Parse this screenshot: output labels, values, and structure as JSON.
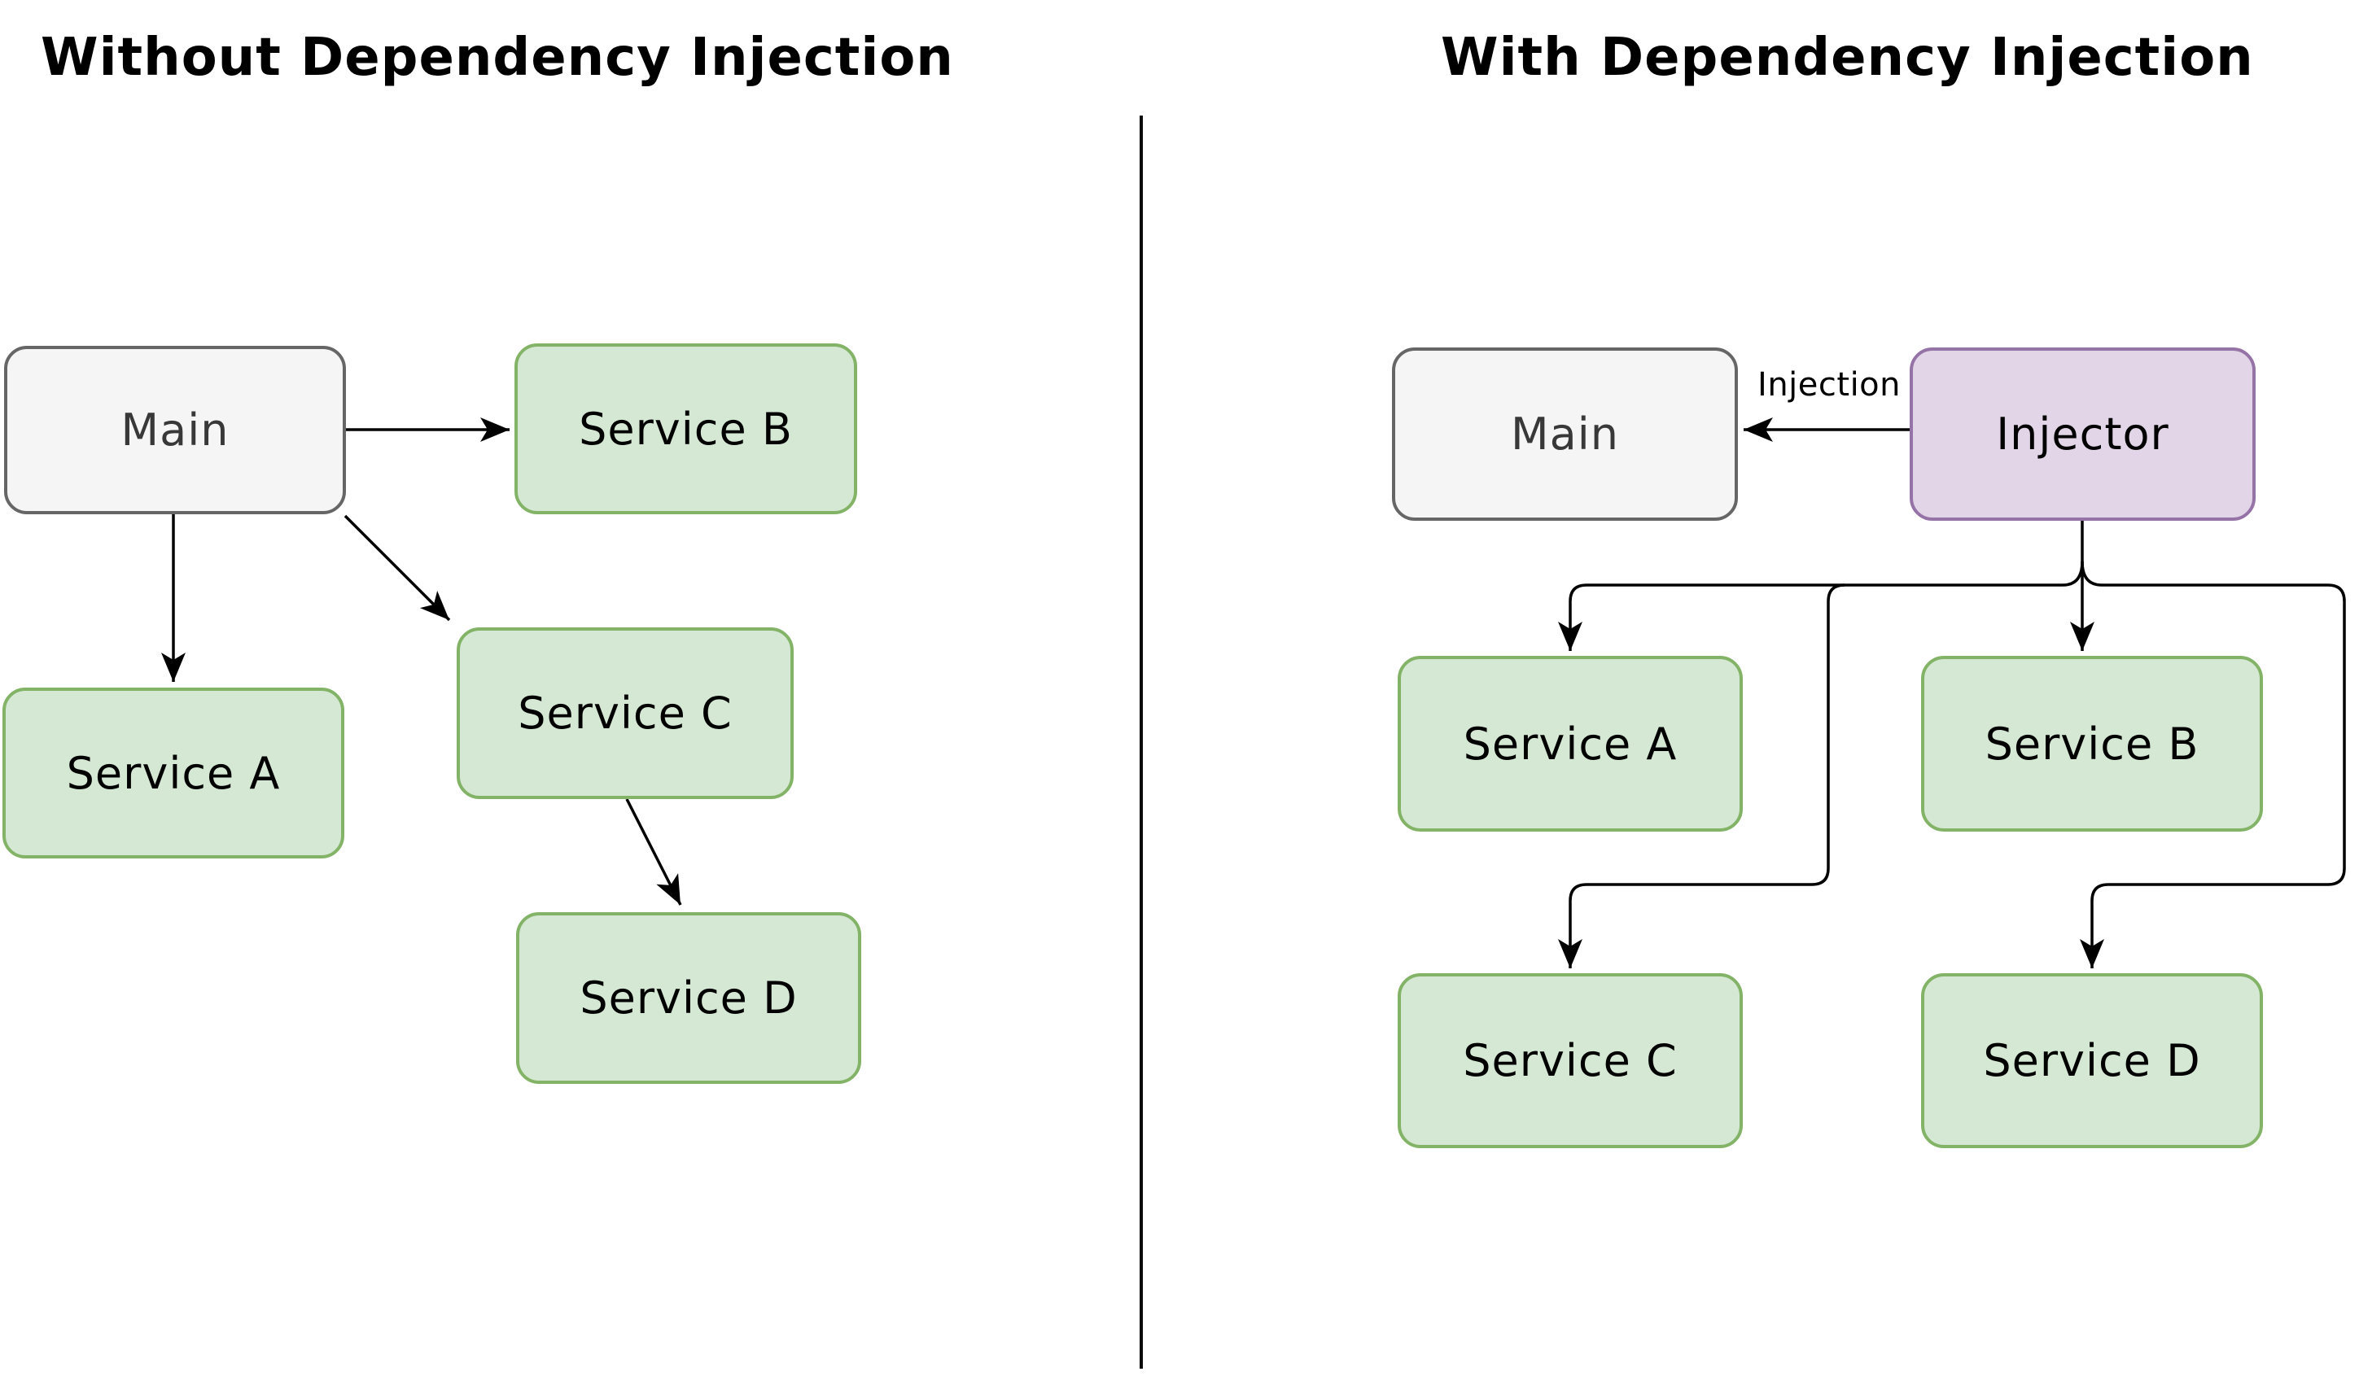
{
  "left_panel": {
    "title": "Without Dependency Injection",
    "nodes": {
      "main": {
        "label": "Main",
        "color": "gray"
      },
      "service_a": {
        "label": "Service A",
        "color": "green"
      },
      "service_b": {
        "label": "Service B",
        "color": "green"
      },
      "service_c": {
        "label": "Service C",
        "color": "green"
      },
      "service_d": {
        "label": "Service D",
        "color": "green"
      }
    },
    "edges": [
      {
        "from": "Main",
        "to": "Service B"
      },
      {
        "from": "Main",
        "to": "Service A"
      },
      {
        "from": "Main",
        "to": "Service C"
      },
      {
        "from": "Service C",
        "to": "Service D"
      }
    ]
  },
  "right_panel": {
    "title": "With Dependency Injection",
    "nodes": {
      "main": {
        "label": "Main",
        "color": "gray"
      },
      "injector": {
        "label": "Injector",
        "color": "purple"
      },
      "service_a": {
        "label": "Service A",
        "color": "green"
      },
      "service_b": {
        "label": "Service B",
        "color": "green"
      },
      "service_c": {
        "label": "Service C",
        "color": "green"
      },
      "service_d": {
        "label": "Service D",
        "color": "green"
      }
    },
    "edges": [
      {
        "from": "Injector",
        "to": "Main",
        "label": "Injection"
      },
      {
        "from": "Injector",
        "to": "Service A"
      },
      {
        "from": "Injector",
        "to": "Service B"
      },
      {
        "from": "Injector",
        "to": "Service C"
      },
      {
        "from": "Injector",
        "to": "Service D"
      }
    ]
  },
  "colors": {
    "background": "#ffffff",
    "green_fill": "#d5e8d4",
    "green_border": "#82b366",
    "gray_fill": "#f5f5f5",
    "gray_border": "#666666",
    "purple_fill": "#e1d5e7",
    "purple_border": "#9673a6",
    "line": "#000000"
  }
}
